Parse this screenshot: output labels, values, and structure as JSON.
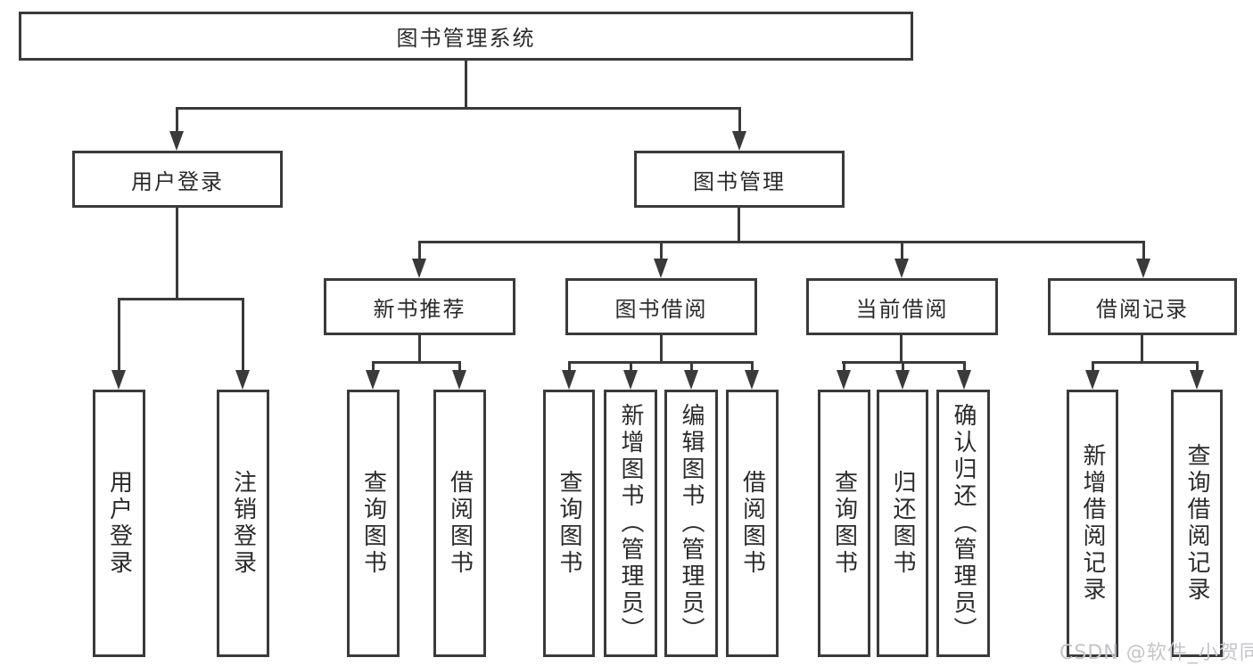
{
  "diagram": {
    "root": {
      "label": "图书管理系统"
    },
    "branches": [
      {
        "label": "用户登录",
        "children": [
          "用户登录",
          "注销登录"
        ]
      },
      {
        "label": "图书管理",
        "sections": [
          {
            "label": "新书推荐",
            "children": [
              "查询图书",
              "借阅图书"
            ]
          },
          {
            "label": "图书借阅",
            "children": [
              "查询图书",
              "新增图书（管理员）",
              "编辑图书（管理员）",
              "借阅图书"
            ]
          },
          {
            "label": "当前借阅",
            "children": [
              "查询图书",
              "归还图书",
              "确认归还（管理员）"
            ]
          },
          {
            "label": "借阅记录",
            "children": [
              "新增借阅记录",
              "查询借阅记录"
            ]
          }
        ]
      }
    ]
  },
  "watermark": {
    "text": "CSDN @软件_小贺同学"
  },
  "colors": {
    "line": "#3a3a3a",
    "text": "#2b2b2b",
    "watermark": "#c5c5c9",
    "background": "#ffffff"
  }
}
